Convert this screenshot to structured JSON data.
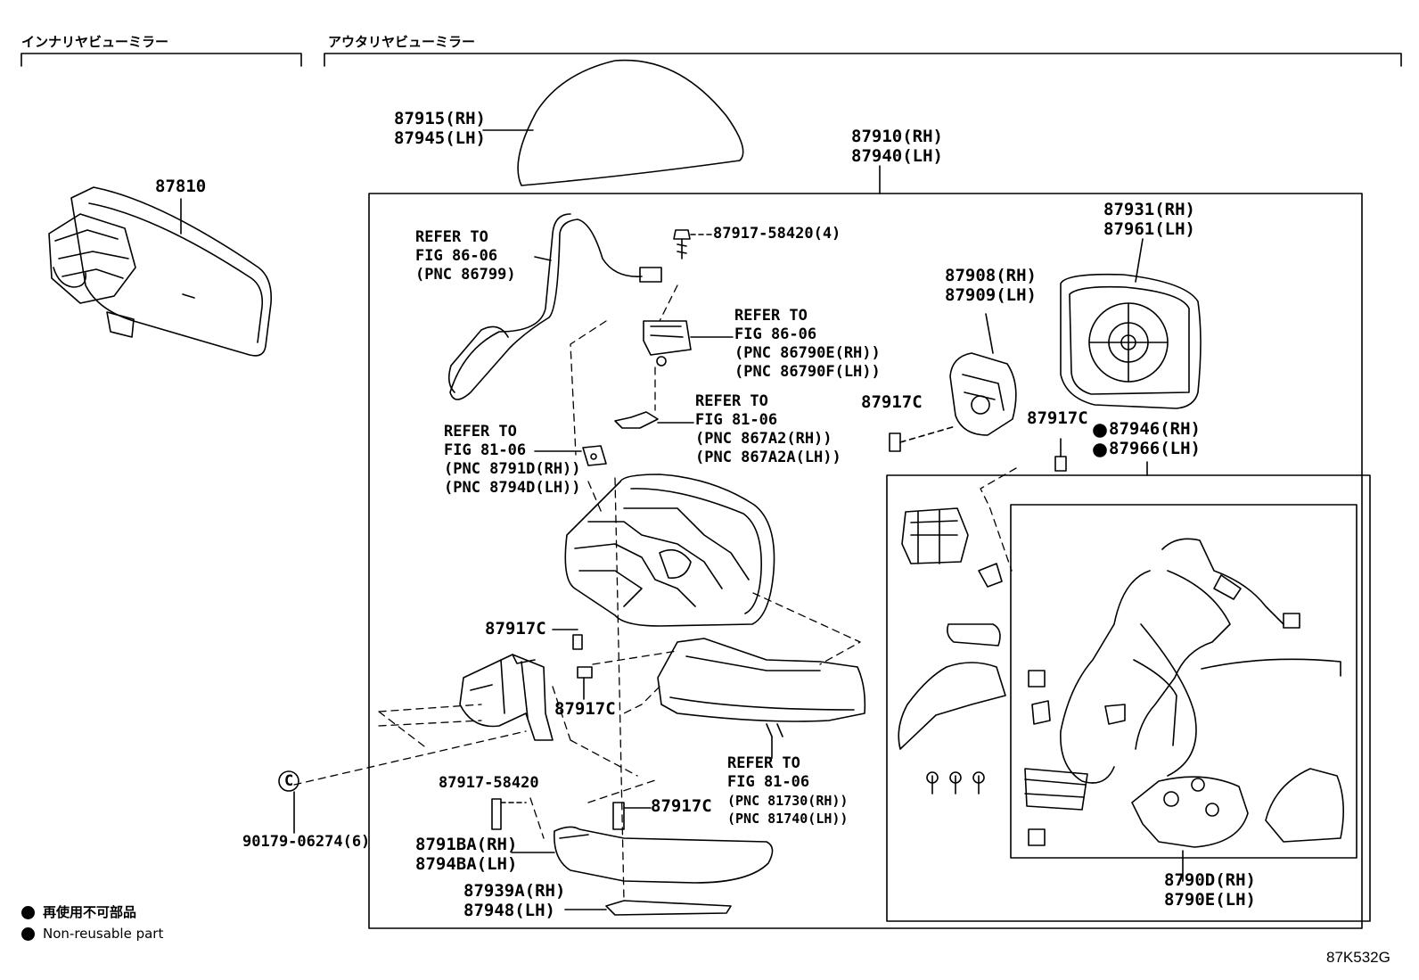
{
  "sections": {
    "inner": "インナリヤビューミラー",
    "outer": "アウタリヤビューミラー"
  },
  "parts": {
    "p87810": "87810",
    "p87915": "87915(RH)",
    "p87945": "87945(LH)",
    "p87910": "87910(RH)",
    "p87940": "87940(LH)",
    "p87931": "87931(RH)",
    "p87961": "87961(LH)",
    "p87908": "87908(RH)",
    "p87909": "87909(LH)",
    "p87917_58420_4": "87917-58420(4)",
    "p87917C_a": "87917C",
    "p87917C_b": "87917C",
    "p87917C_c": "87917C",
    "p87917C_d": "87917C",
    "p87917C_e": "87917C",
    "p87946": "87946(RH)",
    "p87966": "87966(LH)",
    "p87917_58420": "87917-58420",
    "p8791BA": "8791BA(RH)",
    "p8794BA": "8794BA(LH)",
    "p87939A": "87939A(RH)",
    "p87948": "87948(LH)",
    "p90179": "90179-06274(6)",
    "p8790D": "8790D(RH)",
    "p8790E": "8790E(LH)",
    "clip_letter": "C"
  },
  "refs": {
    "r1": [
      "REFER TO",
      "FIG 86-06",
      "(PNC 86799)"
    ],
    "r2": [
      "REFER TO",
      "FIG 86-06",
      "(PNC 86790E(RH))",
      "(PNC 86790F(LH))"
    ],
    "r3": [
      "REFER TO",
      "FIG 81-06",
      "(PNC 867A2(RH))",
      "(PNC 867A2A(LH))"
    ],
    "r4": [
      "REFER TO",
      "FIG 81-06",
      "(PNC 8791D(RH))",
      "(PNC 8794D(LH))"
    ],
    "r5": [
      "REFER TO",
      "FIG 81-06",
      "(PNC 81730(RH))",
      "(PNC 81740(LH))"
    ]
  },
  "legend": {
    "jp": "再使用不可部品",
    "en": "Non-reusable part"
  },
  "figure_code": "87K532G"
}
